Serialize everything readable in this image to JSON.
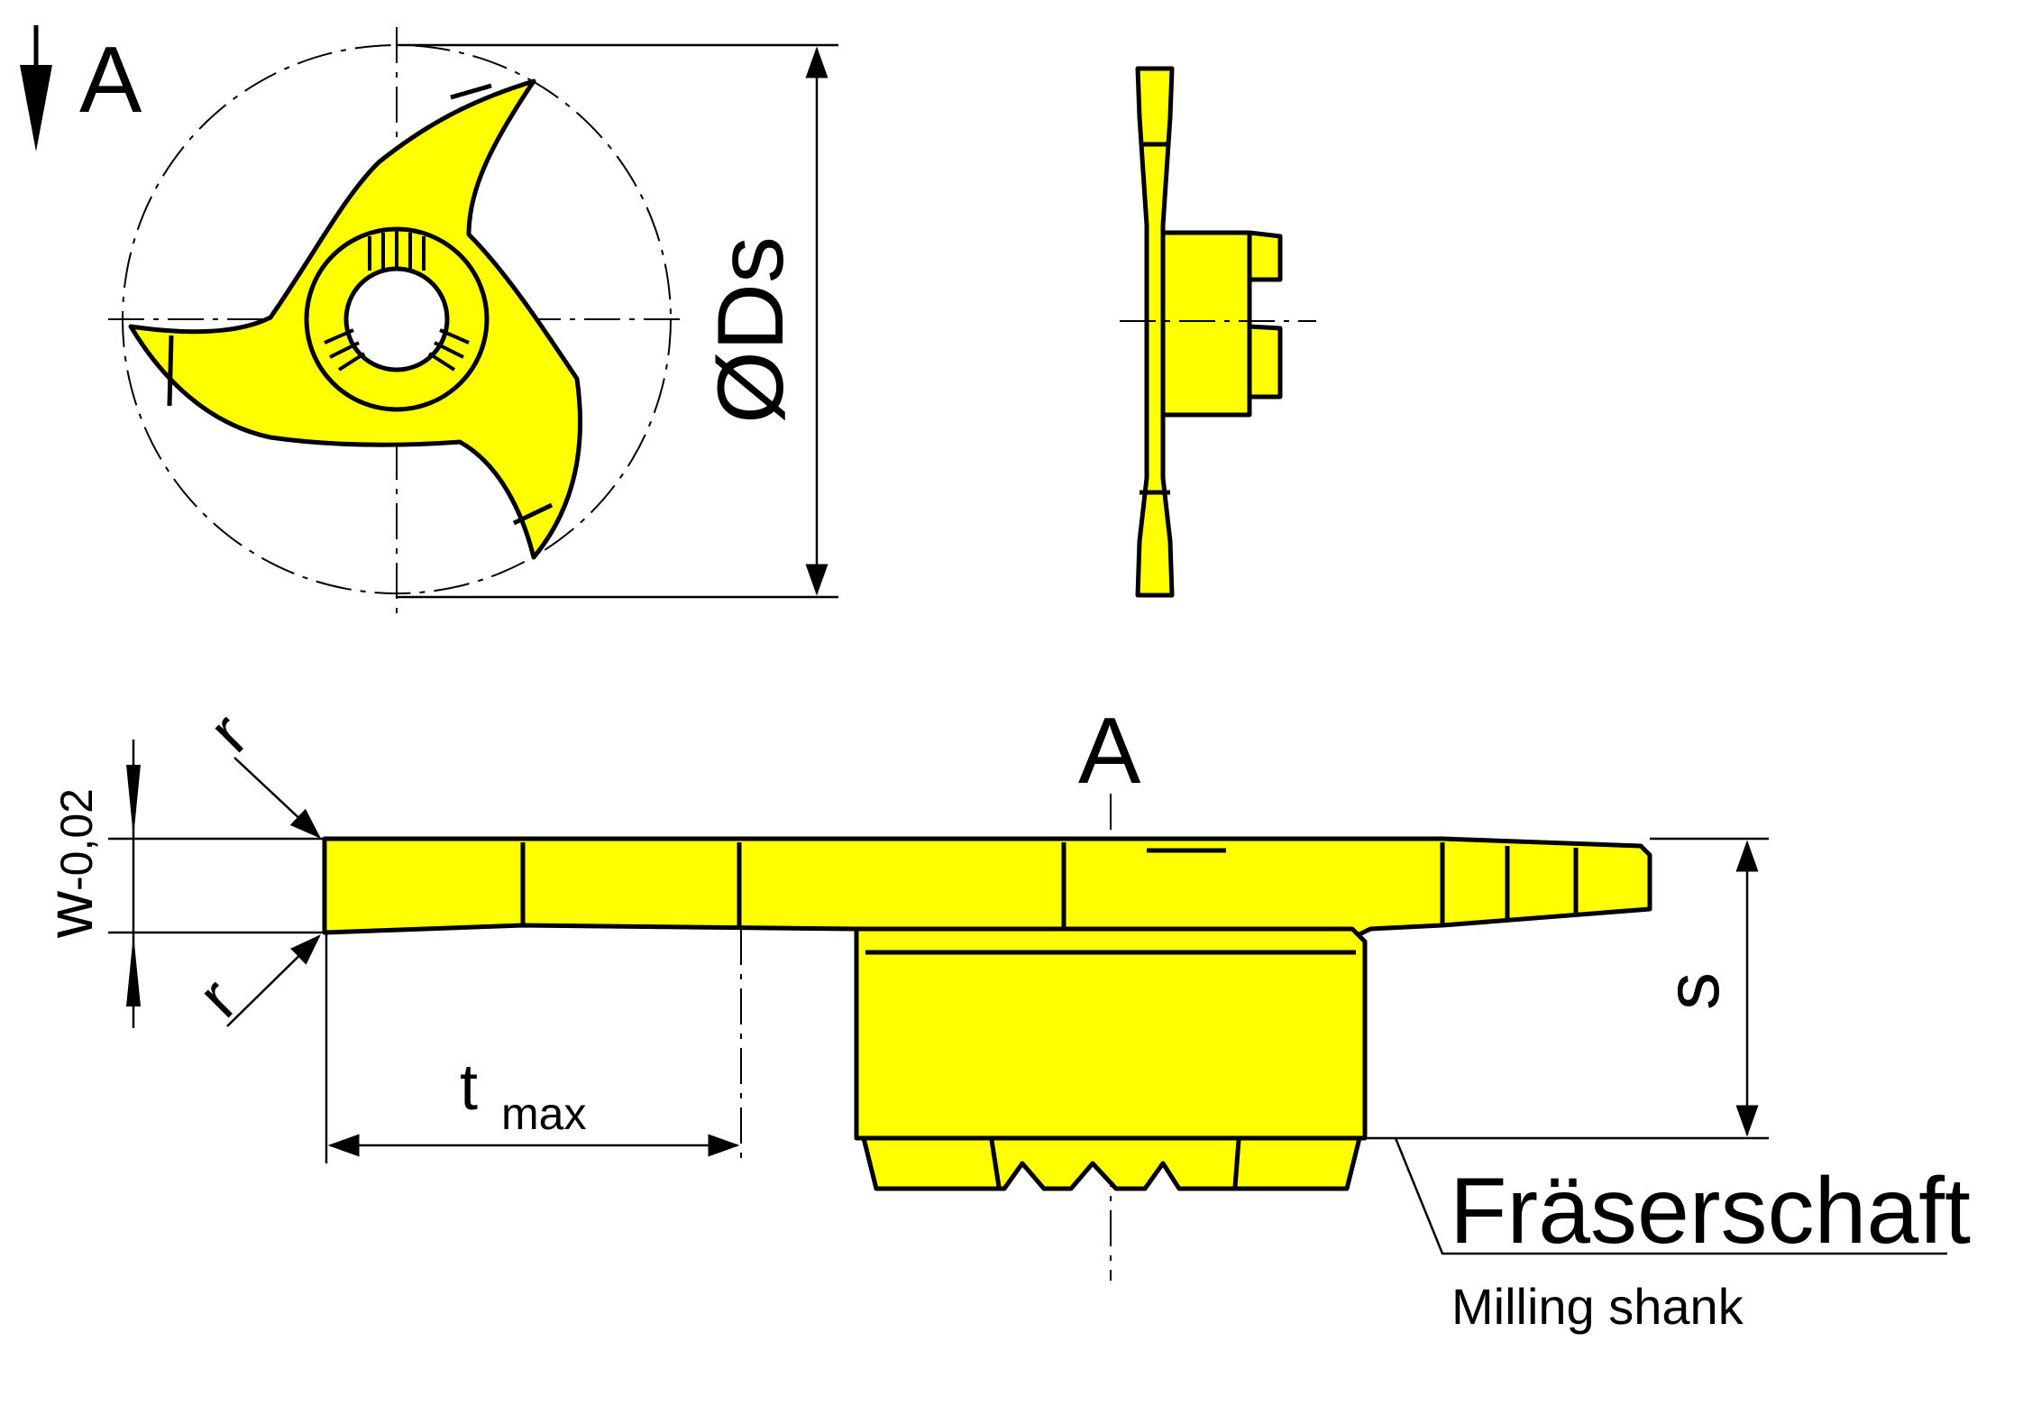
{
  "colors": {
    "insert": "#ffff00",
    "line": "#000000",
    "background": "#ffffff"
  },
  "labels": {
    "view_marker": "A",
    "diameter_symbol": "Ø",
    "diameter": "Ds",
    "width": "w",
    "width_tolerance": "-0,02",
    "radius_top": "r",
    "radius_bottom": "r",
    "depth": "t",
    "depth_sub": "max",
    "section_marker": "A",
    "thickness": "s",
    "shank_de": "Fräserschaft",
    "shank_en": "Milling shank"
  }
}
